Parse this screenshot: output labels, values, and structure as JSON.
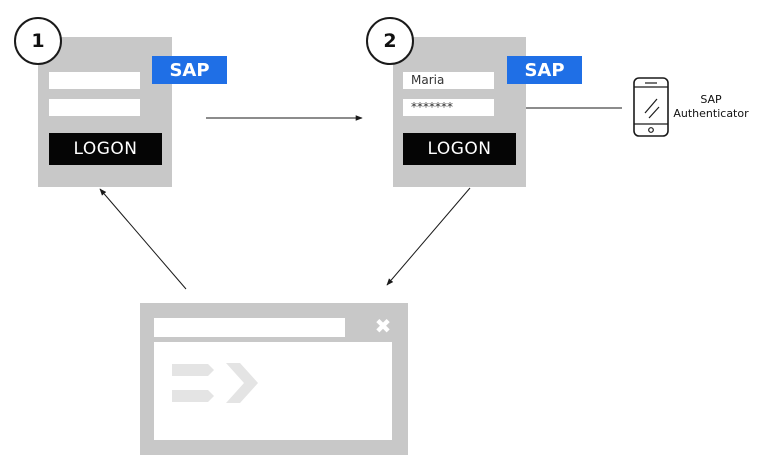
{
  "steps": [
    {
      "number": "1",
      "sap_label": "SAP",
      "username": "",
      "password": "",
      "logon_label": "LOGON"
    },
    {
      "number": "2",
      "sap_label": "SAP",
      "username": "Maria",
      "password": "*******",
      "logon_label": "LOGON"
    }
  ],
  "authenticator": {
    "line1": "SAP",
    "line2": "Authenticator"
  },
  "popup": {
    "close_glyph": "✖"
  },
  "colors": {
    "panel": "#c8c8c8",
    "sap_blue": "#1f6fe6",
    "logon_bg": "#050505",
    "popup_icon": "#e4e4e4"
  }
}
